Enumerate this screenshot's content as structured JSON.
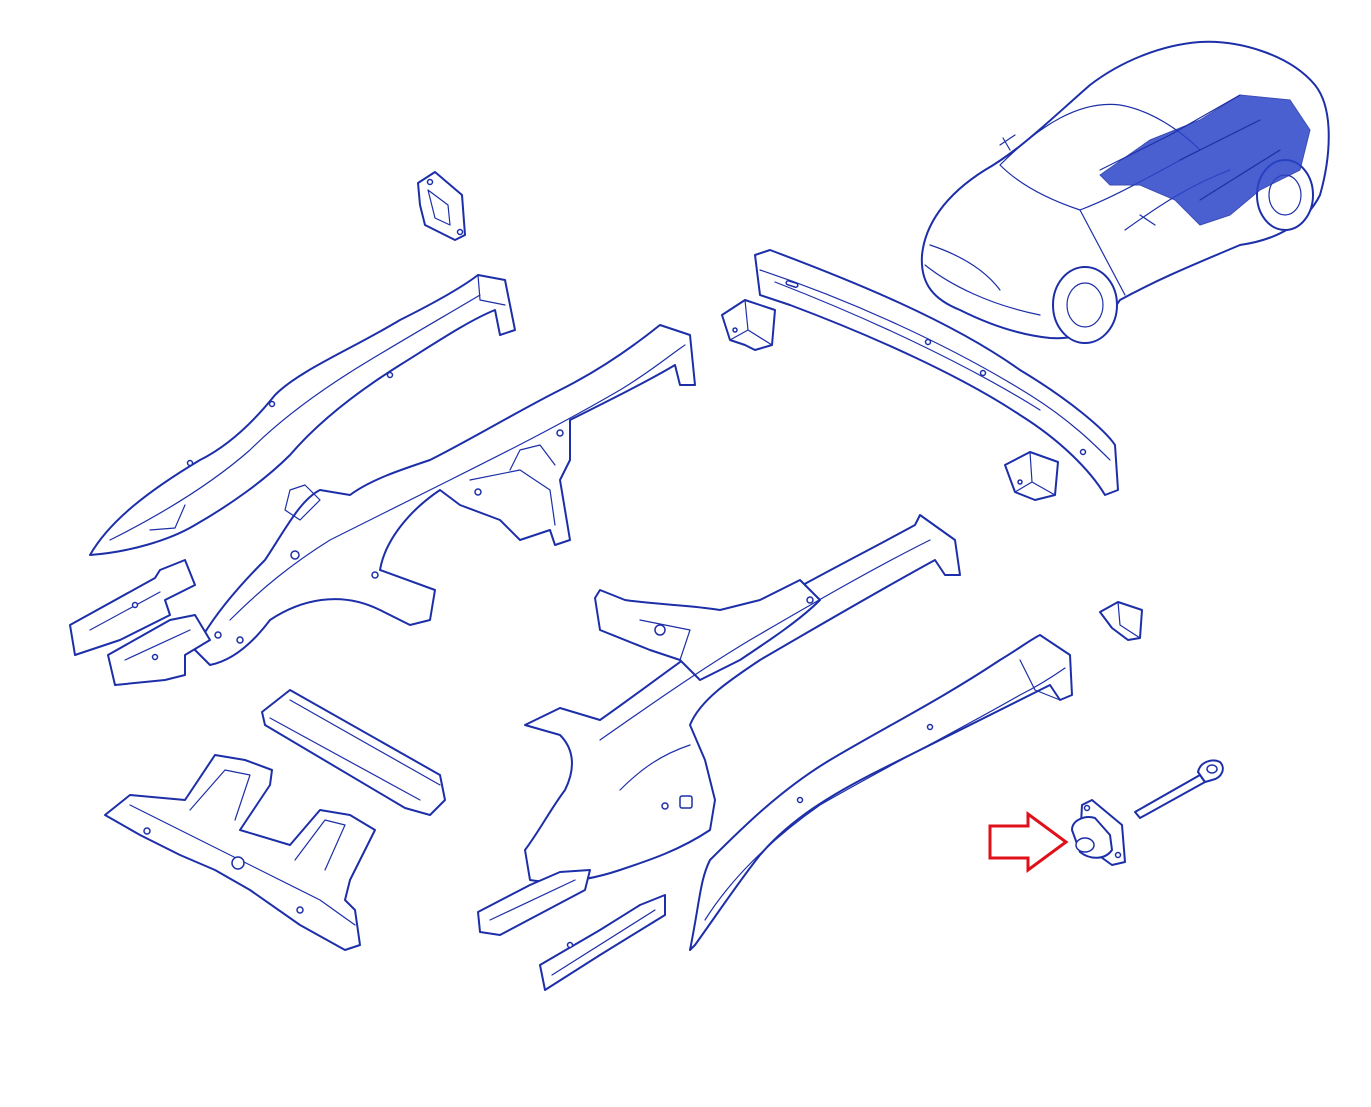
{
  "colors": {
    "line": "#1d2fa8",
    "dense_fill": "#2b45c8",
    "arrow": "#e0101a",
    "background": "#ffffff"
  },
  "parts": [
    {
      "name": "car-overview"
    },
    {
      "name": "small-bracket-top"
    },
    {
      "name": "front-rail-left"
    },
    {
      "name": "front-rail-right-assembly"
    },
    {
      "name": "bumper-beam"
    },
    {
      "name": "crash-box-left"
    },
    {
      "name": "crash-box-right"
    },
    {
      "name": "left-lower-brackets"
    },
    {
      "name": "cross-member-channel"
    },
    {
      "name": "floor-cross-member"
    },
    {
      "name": "rear-rail-assembly"
    },
    {
      "name": "rear-side-rail"
    },
    {
      "name": "small-bracket-right"
    },
    {
      "name": "sill-reinforcement"
    },
    {
      "name": "towing-eye"
    },
    {
      "name": "towing-eye-bracket"
    }
  ],
  "highlight": {
    "target": "towing-eye-bracket",
    "icon": "arrow-right-icon"
  }
}
